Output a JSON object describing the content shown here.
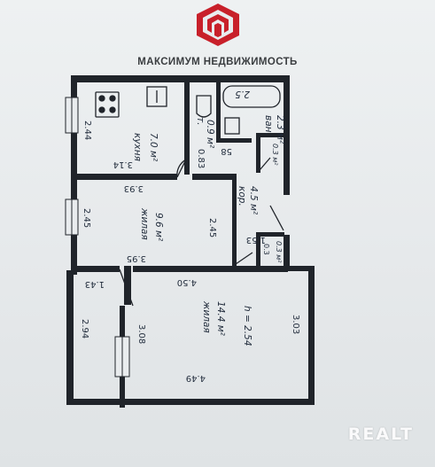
{
  "header": {
    "agency_name": "МАКСИМУМ НЕДВИЖИМОСТЬ",
    "logo_icon": "maximum-logo-icon",
    "brand_color": "#c8202a"
  },
  "watermark": {
    "text": "REALT"
  },
  "plan": {
    "rooms": {
      "kitchen": {
        "name": "кухня",
        "area": "7.0 м²"
      },
      "bedroom": {
        "name": "жилая",
        "area": "9.6 м²"
      },
      "living": {
        "name": "жилая",
        "area": "14.4 м²",
        "height": "h = 2.54"
      },
      "bath": {
        "name": "ван.",
        "area": "2.3 м²"
      },
      "toilet": {
        "name": "т.",
        "area": "0.9 м²"
      },
      "corridor": {
        "name": "кор.",
        "area": "4.5 м²"
      },
      "closet1": {
        "area": "0.3 м²"
      },
      "closet2": {
        "area": "0.3 м²"
      }
    },
    "fixtures": {
      "bath_label": "2.5"
    },
    "dimensions": {
      "kitchen_left": "2.44",
      "kitchen_bottom": "3.14",
      "doorway": "0.83",
      "wc_width": "58",
      "bedroom_top": "3.93",
      "bedroom_left": "2.45",
      "bedroom_right": "2.45",
      "bedroom_bottom": "3.95",
      "corr_small": "1.53",
      "corr_03": "0.3",
      "living_top": "4.50",
      "balcony_width": "1.43",
      "living_left": "2.94",
      "living_mid": "3.08",
      "living_right": "3.03",
      "living_bottom": "4.49"
    }
  }
}
